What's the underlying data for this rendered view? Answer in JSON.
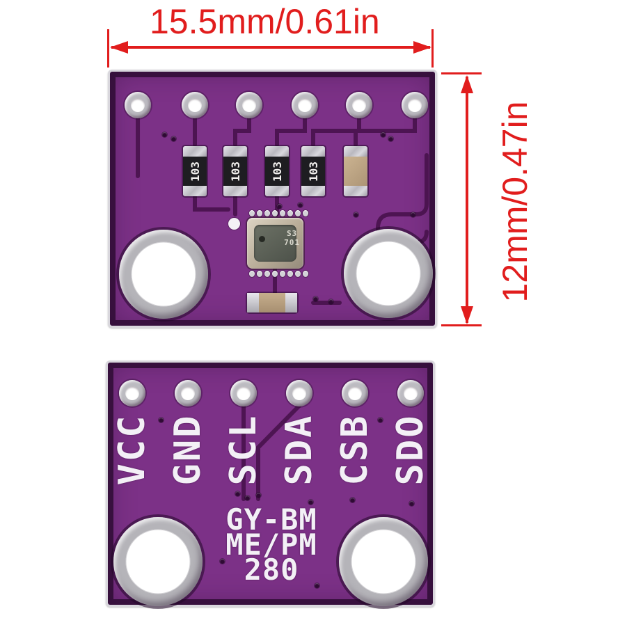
{
  "dimensions": {
    "width_label": "15.5mm/0.61in",
    "height_label": "12mm/0.47in",
    "annotation_color": "#e11d1d"
  },
  "front_board": {
    "resistor_labels": [
      "103",
      "103",
      "103",
      "103"
    ],
    "chip_marking": [
      "S3",
      "701"
    ]
  },
  "back_board": {
    "pin_labels": [
      "VCC",
      "GND",
      "SCL",
      "SDA",
      "CSB",
      "SDO"
    ],
    "silkscreen_lines": [
      "GY-BM",
      "ME/PM",
      "280"
    ]
  },
  "colors": {
    "pcb_purple": "#7c3187",
    "pcb_trace_dark": "#451049",
    "silkscreen_white": "#f3f0f6",
    "hole_ring_silver": "#b5b4b9"
  }
}
